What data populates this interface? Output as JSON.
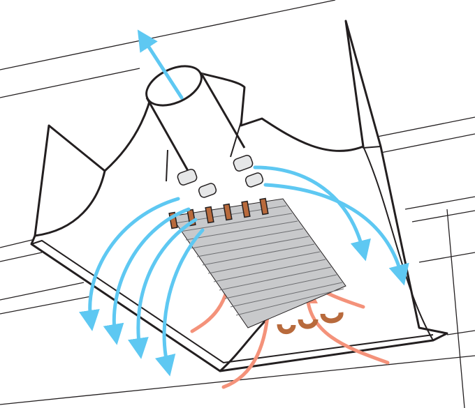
{
  "illustration": {
    "colors": {
      "outline": "#231f20",
      "background": "#ffffff",
      "housing_fill": "#ffffff",
      "coil_fin": "#c8c9cb",
      "coil_fin_dark": "#a7a9ac",
      "copper_pipe": "#b86a3c",
      "cool_air_arrow": "#5ec8f2",
      "warm_air_arrow": "#f4927a",
      "nozzle": "#e6e7e8"
    },
    "icons": [
      "chilled-beam",
      "cool-air-arrow",
      "warm-air-arrow",
      "duct-pipe",
      "heat-exchanger-coil"
    ]
  }
}
